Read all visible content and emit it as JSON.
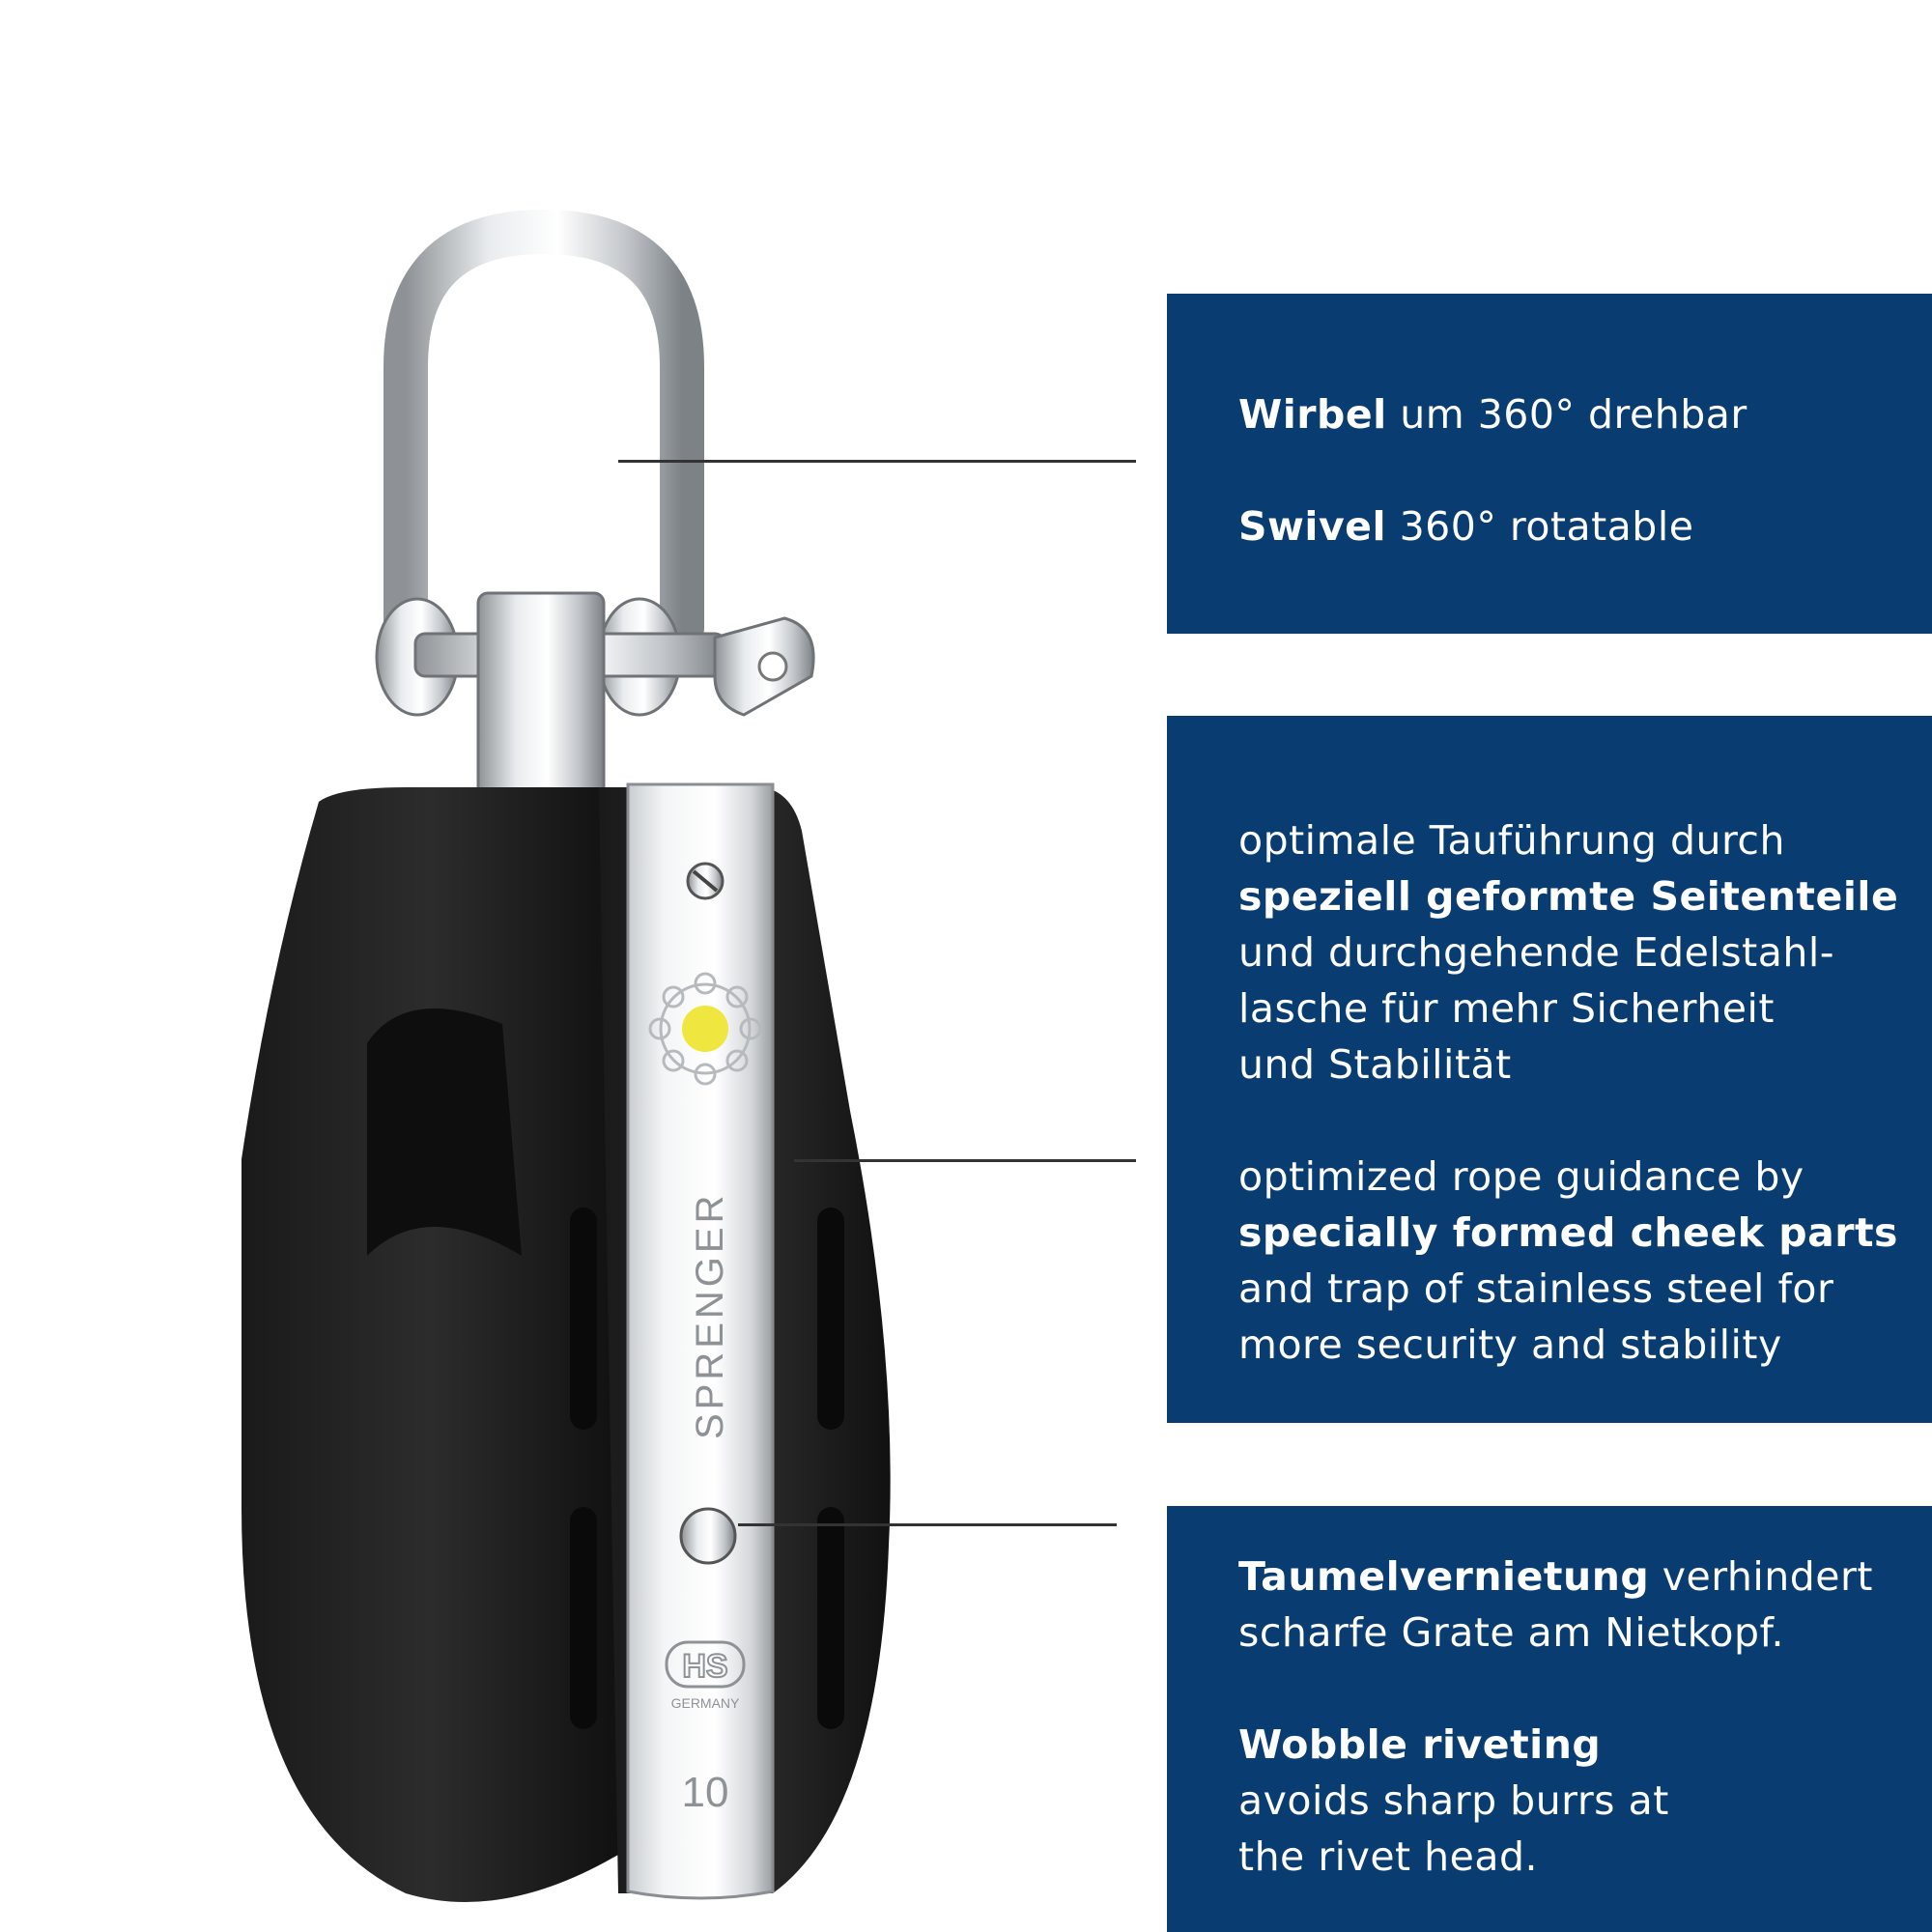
{
  "panels": [
    {
      "de": [
        {
          "bold": "Wirbel",
          "text": " um 360° drehbar"
        }
      ],
      "en": [
        {
          "bold": "Swivel",
          "text": " 360° rotatable"
        }
      ]
    },
    {
      "de": [
        {
          "bold": "",
          "text": "optimale Tauführung durch"
        },
        {
          "bold": "speziell geformte Seitenteile",
          "text": ""
        },
        {
          "bold": "",
          "text": "und durchgehende Edelstahl-"
        },
        {
          "bold": "",
          "text": "lasche für mehr Sicherheit"
        },
        {
          "bold": "",
          "text": "und Stabilität"
        }
      ],
      "en": [
        {
          "bold": "",
          "text": "optimized rope guidance by"
        },
        {
          "bold": "specially formed cheek parts",
          "text": ""
        },
        {
          "bold": "",
          "text": "and trap of stainless steel for"
        },
        {
          "bold": "",
          "text": "more security and stability"
        }
      ]
    },
    {
      "de": [
        {
          "bold": "Taumelvernietung",
          "text": " verhindert"
        },
        {
          "bold": "",
          "text": "scharfe Grate am Nietkopf."
        }
      ],
      "en": [
        {
          "bold": "Wobble riveting",
          "text": ""
        },
        {
          "bold": "",
          "text": "avoids sharp burrs at"
        },
        {
          "bold": "",
          "text": "the rivet head."
        }
      ]
    }
  ],
  "product": {
    "brand": "SPRENGER",
    "logo": "HS",
    "logo_sub": "GERMANY",
    "size": "10"
  },
  "colors": {
    "panel": "#093d72",
    "accent_bearing": "#f0e640"
  }
}
